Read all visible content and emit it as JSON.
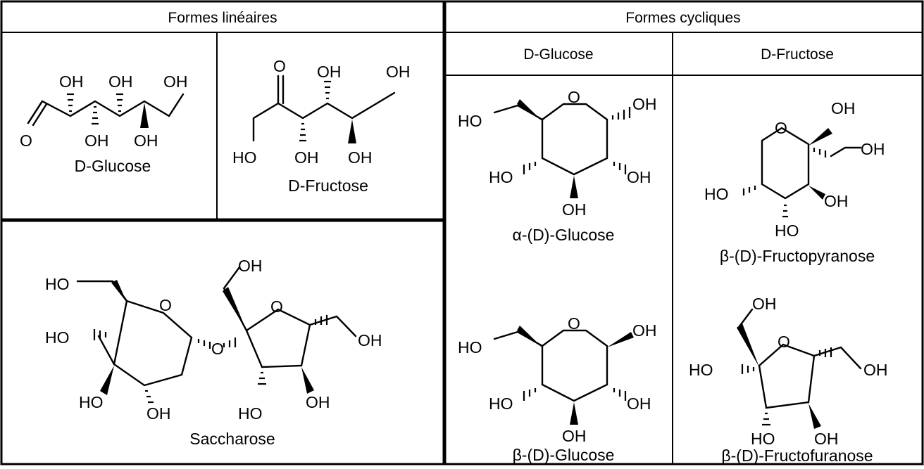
{
  "headers": {
    "linear": "Formes linéaires",
    "cyclic": "Formes cycliques",
    "glucose_col": "D-Glucose",
    "fructose_col": "D-Fructose"
  },
  "captions": {
    "linear_glucose": "D-Glucose",
    "linear_fructose": "D-Fructose",
    "saccharose": "Saccharose",
    "alpha_glucose": "α-(D)-Glucose",
    "beta_glucose": "β-(D)-Glucose",
    "beta_fructopyranose": "β-(D)-Fructopyranose",
    "beta_fructofuranose": "β-(D)-Fructofuranose"
  },
  "atoms": {
    "oh": "OH",
    "ho": "HO",
    "o": "O"
  }
}
